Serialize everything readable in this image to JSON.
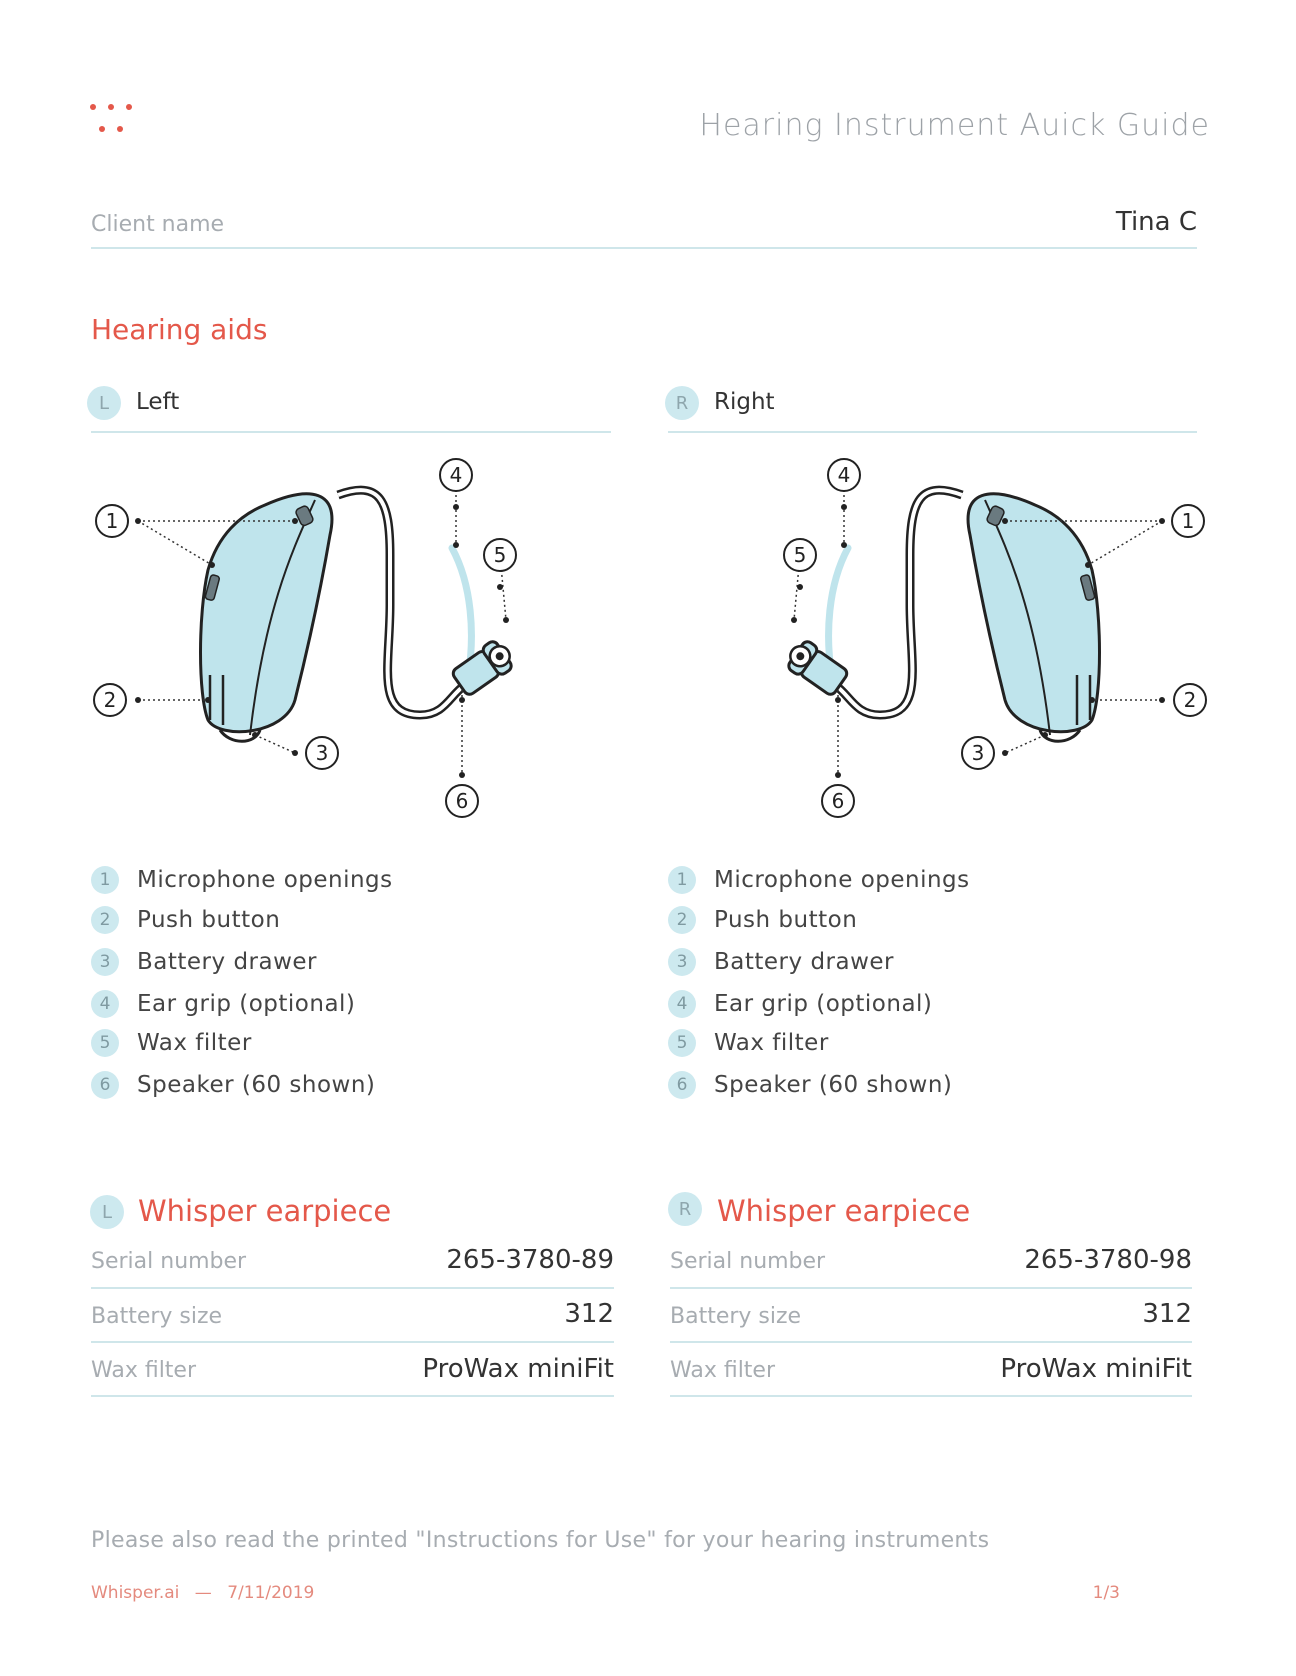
{
  "header": {
    "title": "Hearing Instrument Auick Guide"
  },
  "client": {
    "label": "Client name",
    "value": "Tina C"
  },
  "hearing_aids": {
    "section_title": "Hearing aids",
    "left": {
      "badge": "L",
      "label": "Left",
      "callouts": [
        "1",
        "2",
        "3",
        "4",
        "5",
        "6"
      ],
      "legend": [
        {
          "num": "1",
          "text": "Microphone openings"
        },
        {
          "num": "2",
          "text": "Push button"
        },
        {
          "num": "3",
          "text": "Battery drawer"
        },
        {
          "num": "4",
          "text": "Ear grip (optional)"
        },
        {
          "num": "5",
          "text": "Wax filter"
        },
        {
          "num": "6",
          "text": "Speaker (60 shown)"
        }
      ]
    },
    "right": {
      "badge": "R",
      "label": "Right",
      "callouts": [
        "1",
        "2",
        "3",
        "4",
        "5",
        "6"
      ],
      "legend": [
        {
          "num": "1",
          "text": "Microphone openings"
        },
        {
          "num": "2",
          "text": "Push button"
        },
        {
          "num": "3",
          "text": "Battery drawer"
        },
        {
          "num": "4",
          "text": "Ear grip (optional)"
        },
        {
          "num": "5",
          "text": "Wax filter"
        },
        {
          "num": "6",
          "text": "Speaker (60 shown)"
        }
      ]
    }
  },
  "earpieces": {
    "left": {
      "badge": "L",
      "title": "Whisper earpiece",
      "rows": [
        {
          "label": "Serial number",
          "value": "265-3780-89"
        },
        {
          "label": "Battery size",
          "value": "312"
        },
        {
          "label": "Wax filter",
          "value": "ProWax miniFit"
        }
      ]
    },
    "right": {
      "badge": "R",
      "title": "Whisper earpiece",
      "rows": [
        {
          "label": "Serial number",
          "value": "265-3780-98"
        },
        {
          "label": "Battery size",
          "value": "312"
        },
        {
          "label": "Wax filter",
          "value": "ProWax miniFit"
        }
      ]
    }
  },
  "footer": {
    "note": "Please also read the printed \"Instructions for Use\" for your hearing instruments",
    "brand": "Whisper.ai",
    "separator": "—",
    "date": "7/11/2019",
    "page": "1/3"
  },
  "colors": {
    "accent": "#e4584a",
    "device_fill": "#bfe4ec",
    "badge_fill": "#cde9ef",
    "rule": "#cfe6ea"
  }
}
